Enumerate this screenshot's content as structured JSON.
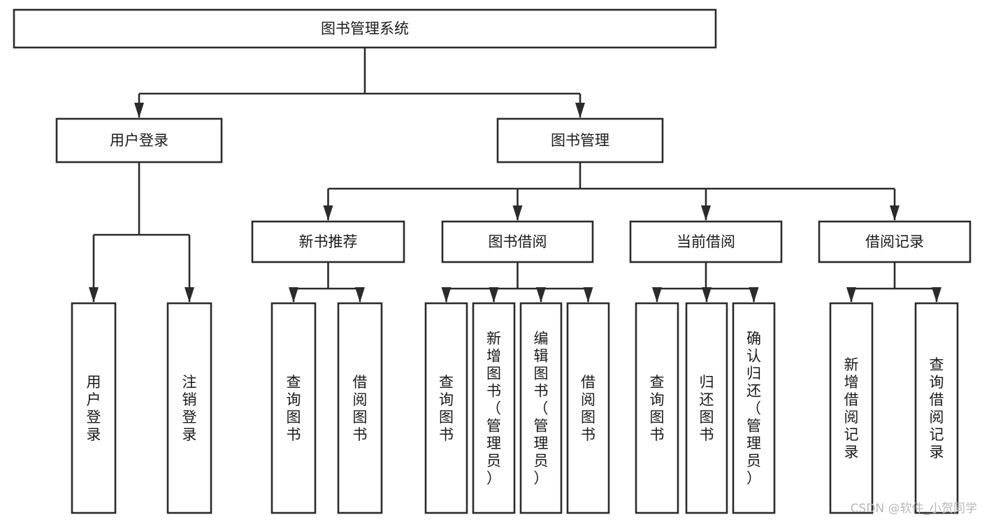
{
  "diagram": {
    "title": "图书管理系统",
    "type": "tree-hierarchy-chart",
    "orientation": "top-down",
    "colors": {
      "box_fill": "#ffffff",
      "box_stroke": "#2b2b2b",
      "text": "#1a1a1a",
      "watermark": "#b9b9b9",
      "background": "#ffffff"
    },
    "root": {
      "label": "图书管理系统",
      "text_orientation": "horizontal"
    },
    "level2": [
      {
        "label": "用户登录",
        "text_orientation": "horizontal"
      },
      {
        "label": "图书管理",
        "text_orientation": "horizontal"
      }
    ],
    "level3": [
      {
        "label": "新书推荐",
        "text_orientation": "horizontal",
        "parent": "图书管理"
      },
      {
        "label": "图书借阅",
        "text_orientation": "horizontal",
        "parent": "图书管理"
      },
      {
        "label": "当前借阅",
        "text_orientation": "horizontal",
        "parent": "图书管理"
      },
      {
        "label": "借阅记录",
        "text_orientation": "horizontal",
        "parent": "图书管理"
      }
    ],
    "leaves": {
      "用户登录": [
        {
          "label": "用户登录",
          "text_orientation": "vertical"
        },
        {
          "label": "注销登录",
          "text_orientation": "vertical"
        }
      ],
      "新书推荐": [
        {
          "label": "查询图书",
          "text_orientation": "vertical"
        },
        {
          "label": "借阅图书",
          "text_orientation": "vertical"
        }
      ],
      "图书借阅": [
        {
          "label": "查询图书",
          "text_orientation": "vertical"
        },
        {
          "label": "新增图书（管理员）",
          "text_orientation": "vertical"
        },
        {
          "label": "编辑图书（管理员）",
          "text_orientation": "vertical"
        },
        {
          "label": "借阅图书",
          "text_orientation": "vertical"
        }
      ],
      "当前借阅": [
        {
          "label": "查询图书",
          "text_orientation": "vertical"
        },
        {
          "label": "归还图书",
          "text_orientation": "vertical"
        },
        {
          "label": "确认归还（管理员）",
          "text_orientation": "vertical"
        }
      ],
      "借阅记录": [
        {
          "label": "新增借阅记录",
          "text_orientation": "vertical"
        },
        {
          "label": "查询借阅记录",
          "text_orientation": "vertical"
        }
      ]
    },
    "nodes_flat": [
      {
        "id": "root",
        "label": "图书管理系统"
      },
      {
        "id": "l2-0",
        "label": "用户登录"
      },
      {
        "id": "l2-1",
        "label": "图书管理"
      },
      {
        "id": "l3-0",
        "label": "新书推荐"
      },
      {
        "id": "l3-1",
        "label": "图书借阅"
      },
      {
        "id": "l3-2",
        "label": "当前借阅"
      },
      {
        "id": "l3-3",
        "label": "借阅记录"
      },
      {
        "id": "leaf-0",
        "label": "用户登录"
      },
      {
        "id": "leaf-1",
        "label": "注销登录"
      },
      {
        "id": "leaf-2",
        "label": "查询图书"
      },
      {
        "id": "leaf-3",
        "label": "借阅图书"
      },
      {
        "id": "leaf-4",
        "label": "查询图书"
      },
      {
        "id": "leaf-5",
        "label": "新增图书（管理员）"
      },
      {
        "id": "leaf-6",
        "label": "编辑图书（管理员）"
      },
      {
        "id": "leaf-7",
        "label": "借阅图书"
      },
      {
        "id": "leaf-8",
        "label": "查询图书"
      },
      {
        "id": "leaf-9",
        "label": "归还图书"
      },
      {
        "id": "leaf-10",
        "label": "确认归还（管理员）"
      },
      {
        "id": "leaf-11",
        "label": "新增借阅记录"
      },
      {
        "id": "leaf-12",
        "label": "查询借阅记录"
      }
    ]
  },
  "watermark": {
    "text": "CSDN @软件_小贺同学"
  }
}
